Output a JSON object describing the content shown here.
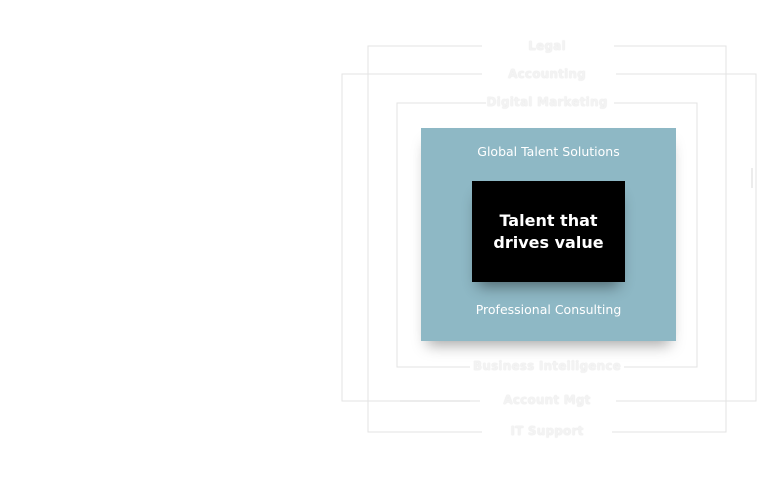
{
  "frames": {
    "outer_top_label": "Legal",
    "second_top_label": "Accounting",
    "third_top_label": "Digital Marketing",
    "third_bottom_label": "Business Intelligence",
    "second_bottom_label": "Account Mgt",
    "outer_bottom_label": "IT Support"
  },
  "panel": {
    "top_text": "Global Talent Solutions",
    "bottom_text": "Professional Consulting",
    "center_text": "Talent that drives value"
  },
  "colors": {
    "panel_bg": "#8eb8c5",
    "center_bg": "#000000",
    "frame_line": "#e3e3e3"
  }
}
